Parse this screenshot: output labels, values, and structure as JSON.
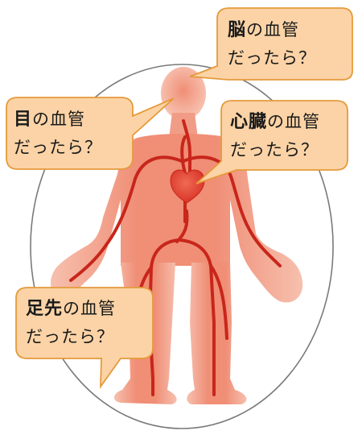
{
  "colors": {
    "bubble_fill": "#fbd3a6",
    "bubble_stroke": "#e59a3b",
    "body_fill": "#f29a86",
    "vessel": "#c8261b",
    "oval_stroke": "#777777"
  },
  "bubbles": [
    {
      "id": "brain",
      "bold": "脳",
      "rest": "の血管",
      "line2": "だったら？"
    },
    {
      "id": "eye",
      "bold": "目",
      "rest": "の血管",
      "line2": "だったら？"
    },
    {
      "id": "heart",
      "bold": "心臓",
      "rest": "の血管",
      "line2": "だったら？"
    },
    {
      "id": "toe",
      "bold": "足先",
      "rest": "の血管",
      "line2": "だったら？"
    }
  ]
}
